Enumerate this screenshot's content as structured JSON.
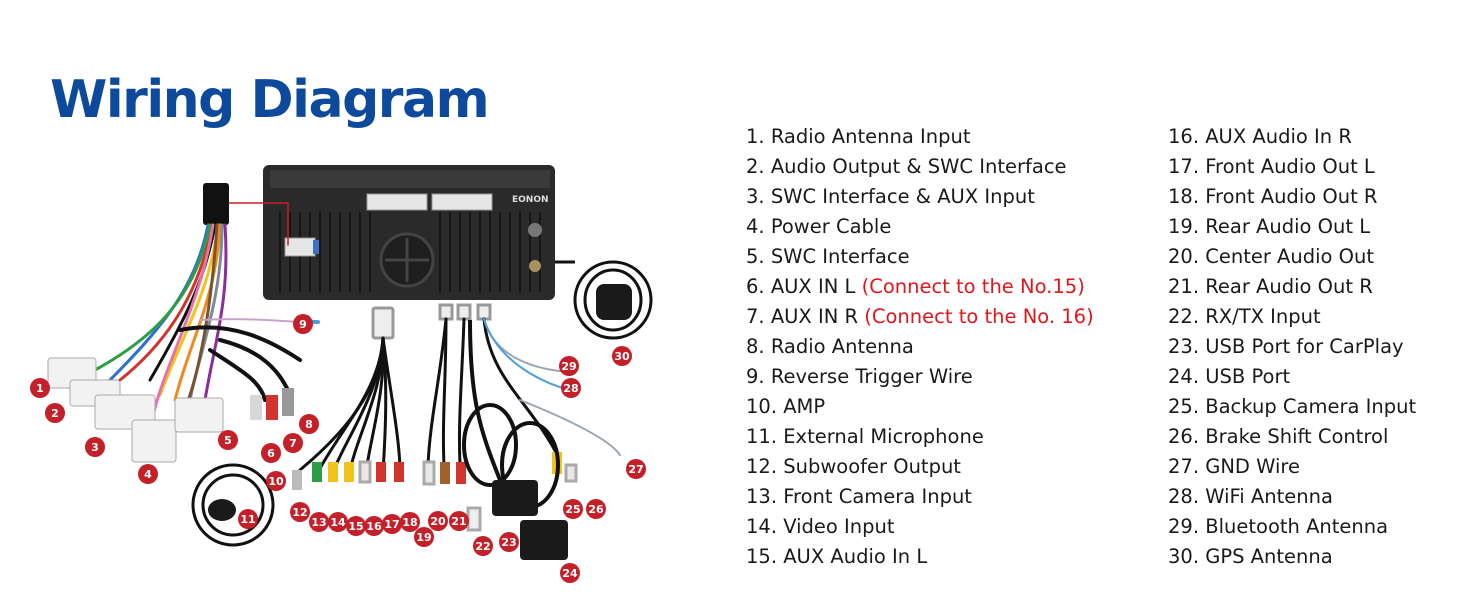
{
  "title": "Wiring Diagram",
  "brand": "EONON",
  "colors": {
    "title": "#0d4a9b",
    "badge": "#c3202a",
    "note": "#e0161b"
  },
  "legend_left": [
    {
      "num": "1.",
      "label": "Radio Antenna Input",
      "note": ""
    },
    {
      "num": "2.",
      "label": "Audio Output & SWC Interface",
      "note": ""
    },
    {
      "num": "3.",
      "label": "SWC Interface & AUX Input",
      "note": ""
    },
    {
      "num": "4.",
      "label": "Power Cable",
      "note": ""
    },
    {
      "num": "5.",
      "label": "SWC Interface",
      "note": ""
    },
    {
      "num": "6.",
      "label": "AUX IN L",
      "note": "(Connect to the No.15)"
    },
    {
      "num": "7.",
      "label": "AUX IN R",
      "note": "(Connect to the No. 16)"
    },
    {
      "num": "8.",
      "label": "Radio Antenna",
      "note": ""
    },
    {
      "num": "9.",
      "label": "Reverse Trigger Wire",
      "note": ""
    },
    {
      "num": "10.",
      "label": "AMP",
      "note": ""
    },
    {
      "num": "11.",
      "label": "External Microphone",
      "note": ""
    },
    {
      "num": "12.",
      "label": "Subwoofer Output",
      "note": ""
    },
    {
      "num": "13.",
      "label": "Front Camera Input",
      "note": ""
    },
    {
      "num": "14.",
      "label": "Video Input",
      "note": ""
    },
    {
      "num": "15.",
      "label": "AUX Audio In L",
      "note": ""
    }
  ],
  "legend_right": [
    {
      "num": "16.",
      "label": "AUX Audio In R"
    },
    {
      "num": "17.",
      "label": "Front Audio Out L"
    },
    {
      "num": "18.",
      "label": "Front Audio Out R"
    },
    {
      "num": "19.",
      "label": "Rear Audio Out L"
    },
    {
      "num": "20.",
      "label": "Center Audio Out"
    },
    {
      "num": "21.",
      "label": "Rear Audio Out R"
    },
    {
      "num": "22.",
      "label": "RX/TX Input"
    },
    {
      "num": "23.",
      "label": "USB Port for CarPlay"
    },
    {
      "num": "24.",
      "label": "USB Port"
    },
    {
      "num": "25.",
      "label": "Backup Camera Input"
    },
    {
      "num": "26.",
      "label": "Brake Shift Control"
    },
    {
      "num": "27.",
      "label": "GND Wire"
    },
    {
      "num": "28.",
      "label": "WiFi Antenna"
    },
    {
      "num": "29.",
      "label": "Bluetooth Antenna"
    },
    {
      "num": "30.",
      "label": "GPS Antenna"
    }
  ],
  "callouts": [
    "1",
    "2",
    "3",
    "4",
    "5",
    "6",
    "7",
    "8",
    "9",
    "10",
    "11",
    "12",
    "13",
    "14",
    "15",
    "16",
    "17",
    "18",
    "19",
    "20",
    "21",
    "22",
    "23",
    "24",
    "25",
    "26",
    "27",
    "28",
    "29",
    "30"
  ]
}
